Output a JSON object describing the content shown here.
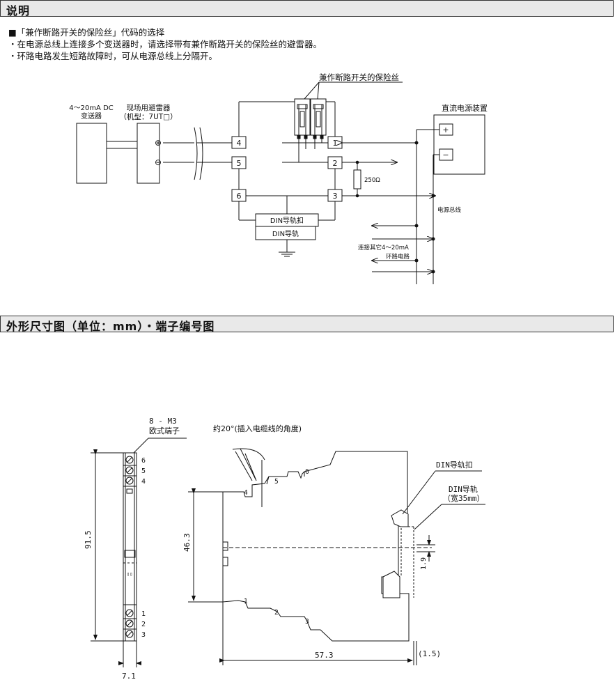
{
  "section1": {
    "title": "说明",
    "heading": "■「兼作断路开关的保险丝」代码的选择",
    "bullets": [
      "・在电源总线上连接多个变送器时，请选择带有兼作断路开关的保险丝的避雷器。",
      "・环路电路发生短路故障时，可从电源总线上分隔开。"
    ]
  },
  "wiring": {
    "fuse_label": "兼作断路开关的保险丝",
    "transmitter_label_1": "4～20mA DC",
    "transmitter_label_2": "变送器",
    "arrester_label_1": "现场用避雷器",
    "arrester_label_2": "（机型：7UT□）",
    "plus_symbol": "⊕",
    "minus_symbol": "⊖",
    "terminals": [
      "4",
      "5",
      "6",
      "1",
      "2",
      "3"
    ],
    "resistor_label": "250Ω",
    "din_clip": "DIN导轨扣",
    "din_rail": "DIN导轨",
    "power_unit": "直流电源装置",
    "power_plus": "+",
    "power_minus": "−",
    "power_bus": "电源总线",
    "other_loop_1": "连接其它4～20mA",
    "other_loop_2": "环路电路"
  },
  "section2": {
    "title": "外形尺寸图（单位：mm）・端子编号图"
  },
  "dimension": {
    "screw_label_1": "8 - M3",
    "screw_label_2": "欧式端子",
    "top_terminals": [
      "6",
      "5",
      "4"
    ],
    "bottom_terminals": [
      "1",
      "2",
      "3"
    ],
    "height": "91.5",
    "width": "7.1",
    "angle_note": "约20°(插入电缆线的角度)",
    "side_top_numbers": [
      "4",
      "5",
      "6"
    ],
    "side_bottom_numbers": [
      "1",
      "2",
      "3"
    ],
    "rail_height": "46.3",
    "din_clip": "DIN导轨扣",
    "din_rail_1": "DIN导轨",
    "din_rail_2": "（宽35mm）",
    "offset": "1.9",
    "depth": "57.3",
    "rail_thickness": "(1.5)"
  }
}
